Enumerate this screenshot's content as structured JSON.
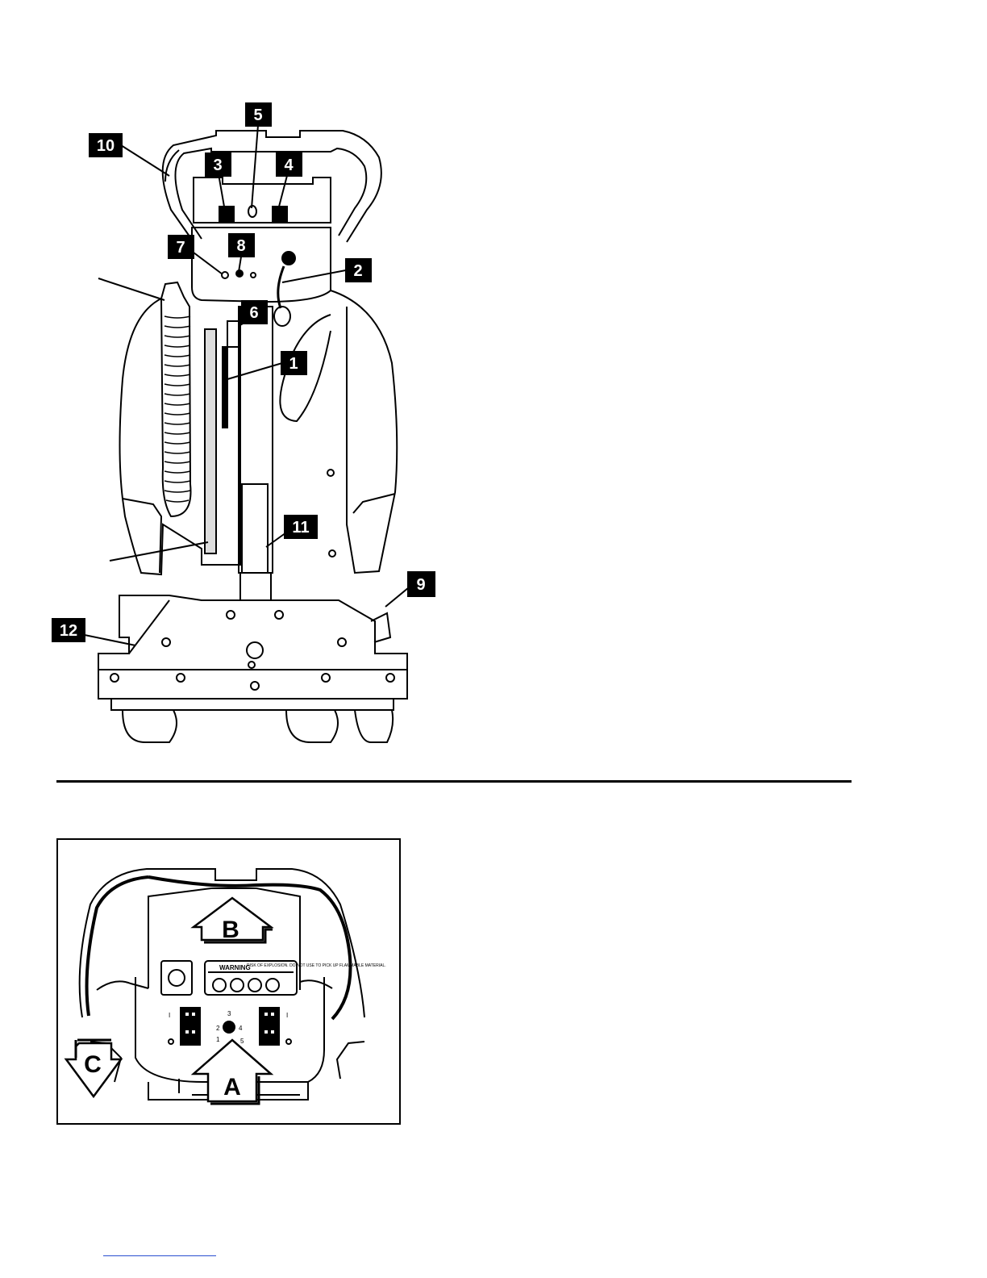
{
  "figure": {
    "callouts": [
      {
        "id": "c1",
        "label": "1"
      },
      {
        "id": "c2",
        "label": "2"
      },
      {
        "id": "c3",
        "label": "3"
      },
      {
        "id": "c4",
        "label": "4"
      },
      {
        "id": "c5",
        "label": "5"
      },
      {
        "id": "c6",
        "label": "6"
      },
      {
        "id": "c7",
        "label": "7"
      },
      {
        "id": "c8",
        "label": "8"
      },
      {
        "id": "c9",
        "label": "9"
      },
      {
        "id": "c10",
        "label": "10"
      },
      {
        "id": "c11",
        "label": "11"
      },
      {
        "id": "c12",
        "label": "12"
      }
    ]
  },
  "inset": {
    "arrows": {
      "a": "A",
      "b": "B",
      "c": "C"
    },
    "warning_title": "WARNING",
    "warning_text": "RISK OF EXPLOSION. DO NOT USE TO PICK UP FLAMMABLE MATERIAL.",
    "dial_numbers": [
      "1",
      "2",
      "3",
      "4",
      "5"
    ],
    "switch_marks": {
      "on": "I",
      "off": "O"
    }
  },
  "colors": {
    "ink": "#000000",
    "paper": "#ffffff",
    "link": "#2a4fd0"
  }
}
